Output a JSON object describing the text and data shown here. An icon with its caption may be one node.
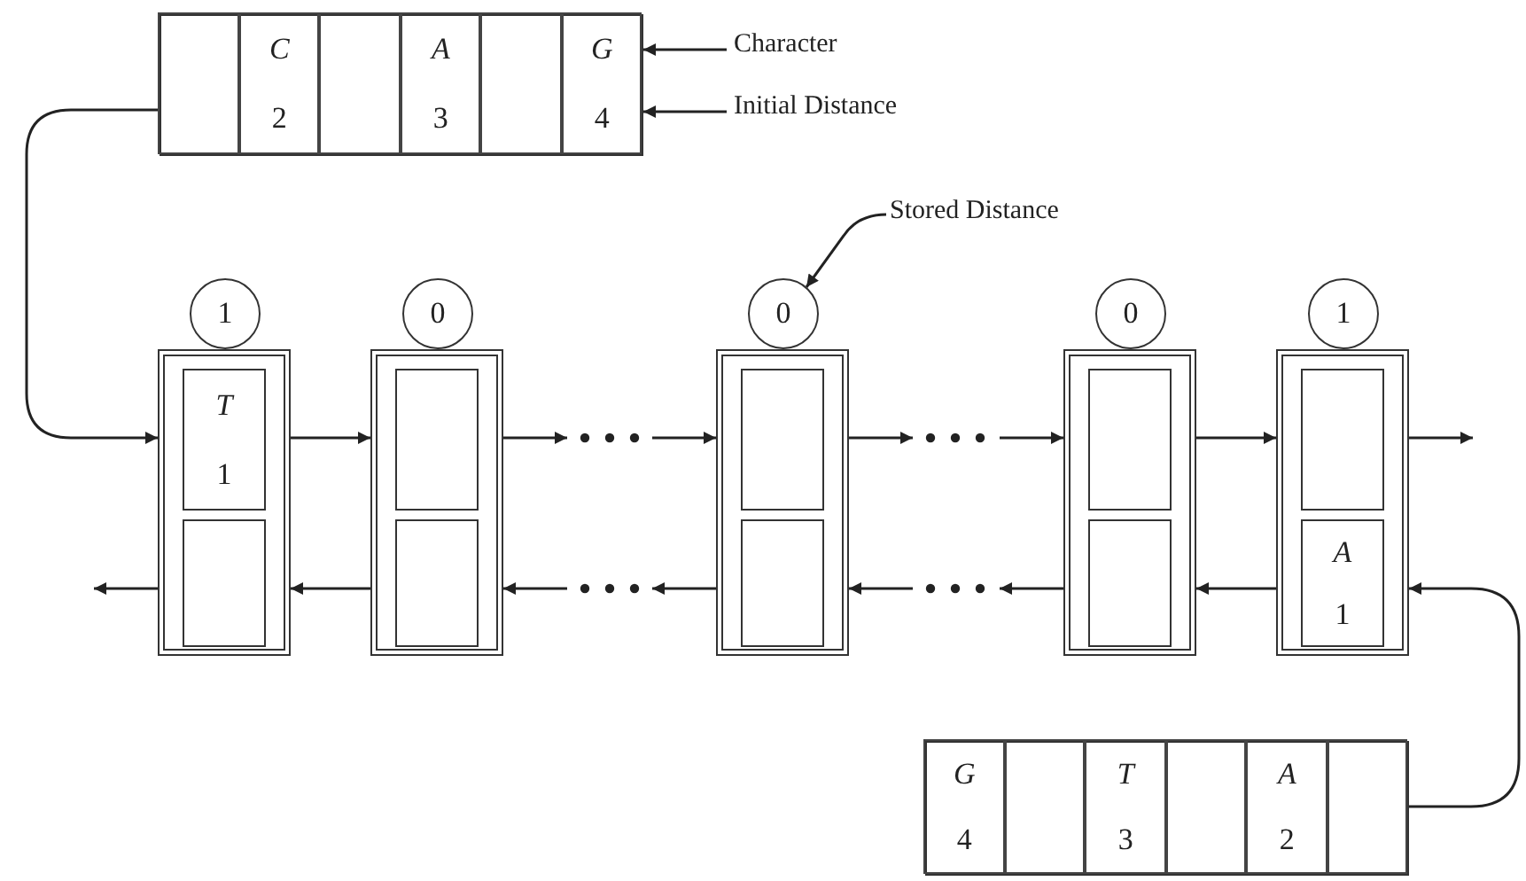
{
  "diagram": {
    "nodes": [
      {
        "text": [],
        "shape": "box"
      },
      {
        "text": [],
        "shape": "box",
        "in": 0
      },
      {
        "text": [
          "C",
          "2"
        ],
        "in": 0
      },
      {
        "text": [],
        "shape": "box",
        "in": 0
      },
      {
        "text": [
          "A",
          "3"
        ],
        "in": 0
      },
      {
        "text": [],
        "shape": "box",
        "in": 0
      },
      {
        "text": [
          "G",
          "4"
        ],
        "in": 0
      },
      {
        "text": [
          "Character"
        ]
      },
      {
        "text": [
          "Initial Distance"
        ]
      },
      {
        "text": [
          "Stored Distance"
        ]
      },
      {
        "text": [
          "1"
        ]
      },
      {
        "text": [],
        "shape": "box"
      },
      {
        "text": [
          "T",
          "1"
        ],
        "in": 11
      },
      {
        "text": [],
        "shape": "box",
        "in": 11
      },
      {
        "text": [
          "0"
        ]
      },
      {
        "text": [],
        "shape": "box"
      },
      {
        "text": [],
        "shape": "box",
        "in": 15
      },
      {
        "text": [],
        "shape": "box",
        "in": 15
      },
      {
        "text": [
          "0"
        ]
      },
      {
        "text": [],
        "shape": "box"
      },
      {
        "text": [],
        "shape": "box",
        "in": 19
      },
      {
        "text": [],
        "shape": "box",
        "in": 19
      },
      {
        "text": [
          "0"
        ]
      },
      {
        "text": [],
        "shape": "box"
      },
      {
        "text": [],
        "shape": "box",
        "in": 23
      },
      {
        "text": [],
        "shape": "box",
        "in": 23
      },
      {
        "text": [
          "1"
        ]
      },
      {
        "text": [],
        "shape": "box"
      },
      {
        "text": [],
        "shape": "box",
        "in": 27
      },
      {
        "text": [
          "A",
          "1"
        ],
        "in": 27
      },
      {
        "text": [],
        "shape": "box"
      },
      {
        "text": [
          "G",
          "4"
        ],
        "in": 30
      },
      {
        "text": [],
        "shape": "box",
        "in": 30
      },
      {
        "text": [
          "T",
          "3"
        ],
        "in": 30
      },
      {
        "text": [],
        "shape": "box",
        "in": 30
      },
      {
        "text": [
          "A",
          "2"
        ],
        "in": 30
      },
      {
        "text": [],
        "shape": "box",
        "in": 30
      }
    ],
    "edges": [
      {
        "from": 0,
        "to": 11,
        "arrow": "to"
      },
      {
        "from": 7,
        "to": 0,
        "arrow": "to"
      },
      {
        "from": 8,
        "to": 0,
        "arrow": "to"
      },
      {
        "from": 9,
        "to": 18,
        "arrow": "to"
      },
      {
        "from": 11,
        "to": 15,
        "arrow": "to"
      },
      {
        "from": 15,
        "to": null,
        "arrow": "to"
      },
      {
        "from": null,
        "to": 19,
        "arrow": "to"
      },
      {
        "from": 19,
        "to": null,
        "arrow": "to"
      },
      {
        "from": null,
        "to": 23,
        "arrow": "to"
      },
      {
        "from": 23,
        "to": 27,
        "arrow": "to"
      },
      {
        "from": 27,
        "to": null,
        "arrow": "to"
      },
      {
        "from": 27,
        "to": 23,
        "arrow": "to"
      },
      {
        "from": 23,
        "to": null,
        "arrow": "to"
      },
      {
        "from": null,
        "to": 19,
        "arrow": "to"
      },
      {
        "from": 19,
        "to": null,
        "arrow": "to"
      },
      {
        "from": null,
        "to": 15,
        "arrow": "to"
      },
      {
        "from": 15,
        "to": 11,
        "arrow": "to"
      },
      {
        "from": 11,
        "to": null,
        "arrow": "to"
      },
      {
        "from": 30,
        "to": 27,
        "arrow": "to"
      }
    ]
  }
}
